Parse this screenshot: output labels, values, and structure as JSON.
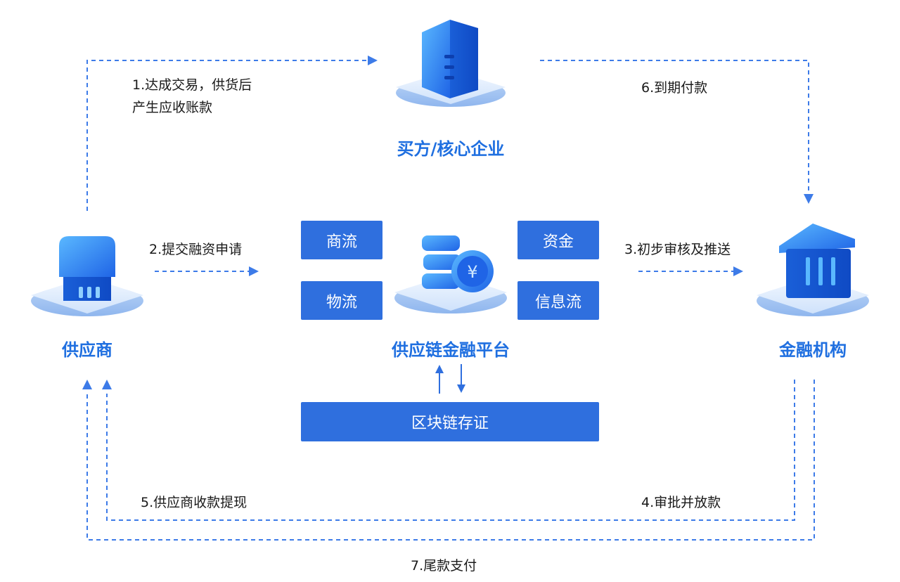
{
  "nodes": {
    "buyer": {
      "label": "买方/核心企业",
      "icon": "office-building-icon"
    },
    "supplier": {
      "label": "供应商",
      "icon": "shop-icon"
    },
    "platform": {
      "label": "供应链金融平台",
      "icon": "yuan-coin-stack-icon"
    },
    "bank": {
      "label": "金融机构",
      "icon": "bank-icon"
    }
  },
  "flows": {
    "commerce": "商流",
    "logistics": "物流",
    "capital": "资金",
    "information": "信息流"
  },
  "blockchain": "区块链存证",
  "steps": {
    "s1_line1": "1.达成交易，供货后",
    "s1_line2": "产生应收账款",
    "s2": "2.提交融资申请",
    "s3": "3.初步审核及推送",
    "s4": "4.审批并放款",
    "s5": "5.供应商收款提现",
    "s6": "6.到期付款",
    "s7": "7.尾款支付"
  },
  "colors": {
    "accent": "#2f6fde",
    "label": "#1f6fe0",
    "dashed": "#3d7be8"
  }
}
